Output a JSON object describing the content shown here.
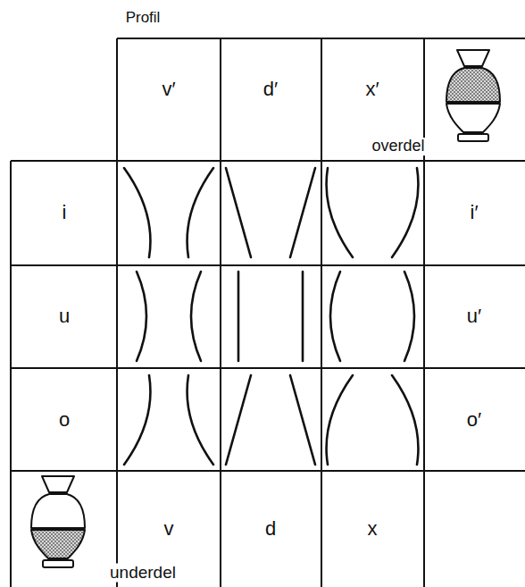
{
  "diagram": {
    "labels": [
      "Profil",
      "v′",
      "d′",
      "x′",
      "overdel",
      "i",
      "i′",
      "u",
      "u′",
      "o",
      "o′",
      "v",
      "d",
      "x",
      "underdel"
    ]
  }
}
